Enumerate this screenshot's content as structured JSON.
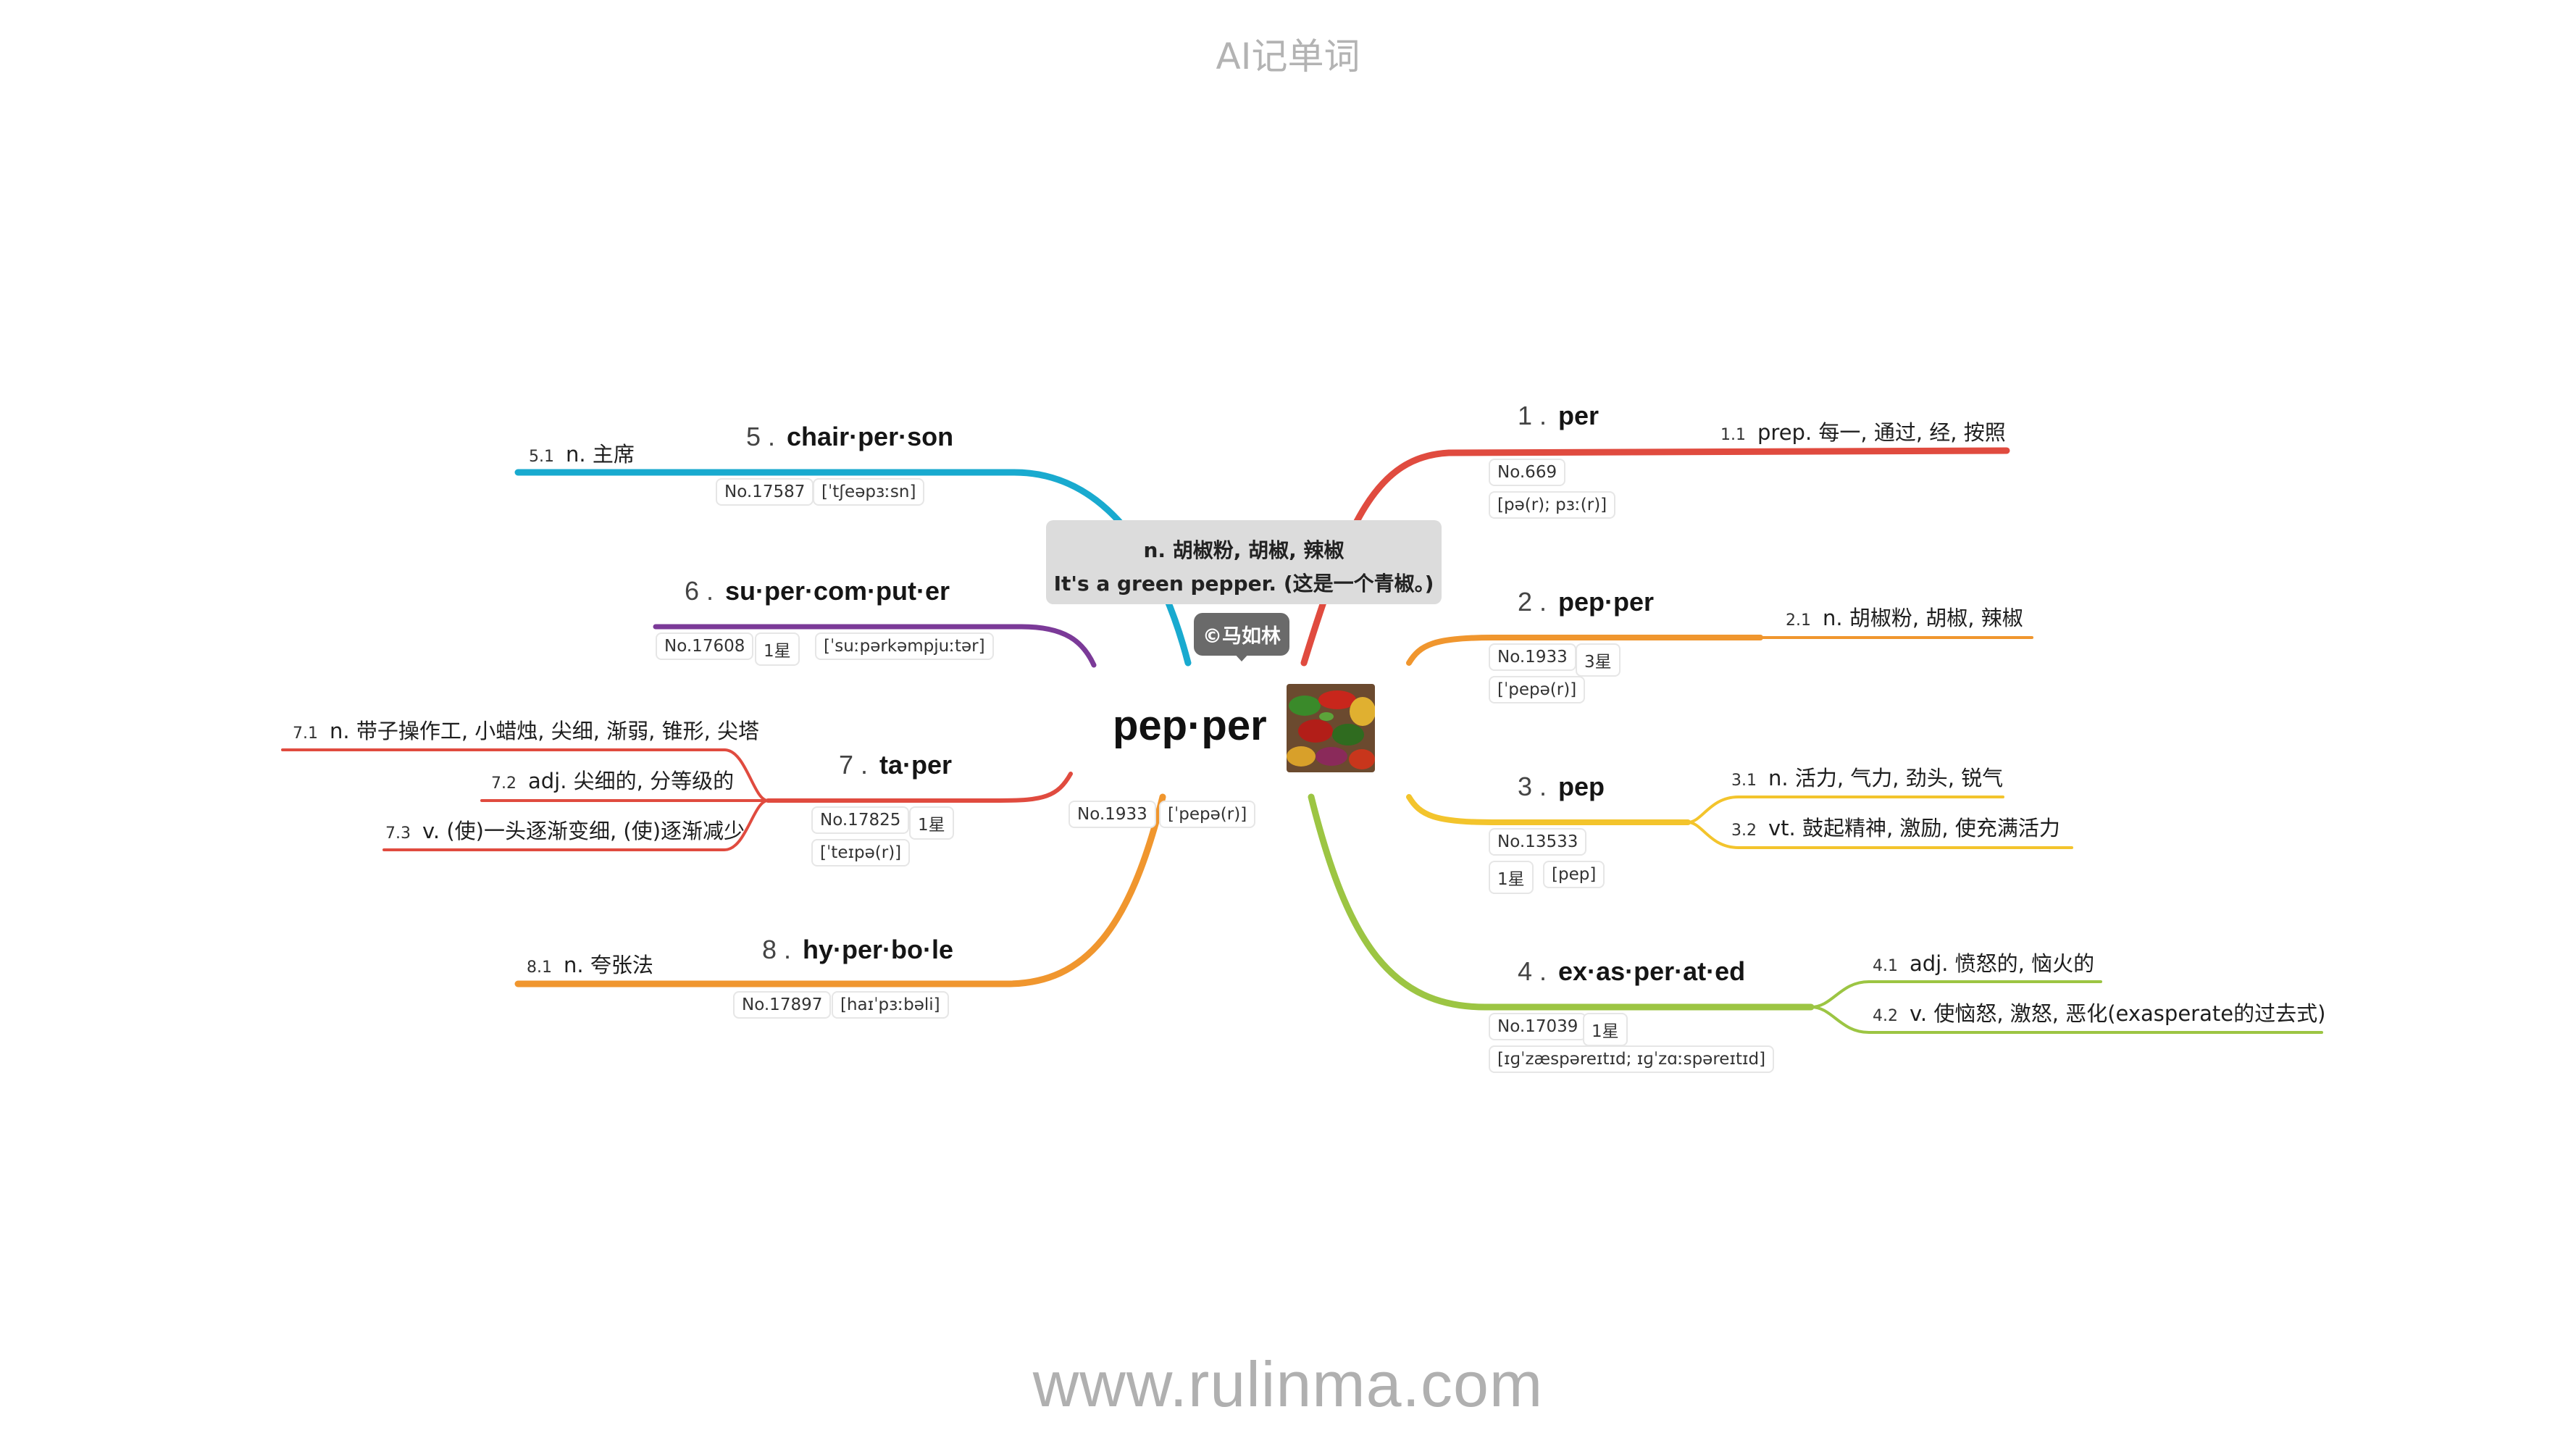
{
  "header": {
    "title": "AI记单词"
  },
  "footer": {
    "url": "www.rulinma.com"
  },
  "center": {
    "word": "pep·per",
    "no": "No.1933",
    "phonetic": "[ˈpepə(r)]",
    "image_alt": "peppers-photo"
  },
  "tooltip": {
    "definition": "n. 胡椒粉, 胡椒, 辣椒",
    "example": "It's a green pepper. (这是一个青椒。)",
    "copyright": "©马如林"
  },
  "colors": {
    "red": "#e04b3f",
    "orange": "#f0962e",
    "yellow": "#f3c42c",
    "green": "#9cc543",
    "cyan": "#19aacf",
    "purple": "#7b3a98"
  },
  "branches": {
    "b1": {
      "num": "1 .",
      "word": "per",
      "no": "No.669",
      "phonetic": "[pə(r); pɜː(r)]",
      "defs": [
        {
          "n": "1.1",
          "text": "prep. 每一, 通过, 经, 按照"
        }
      ]
    },
    "b2": {
      "num": "2 .",
      "word": "pep·per",
      "no": "No.1933",
      "star": "3星",
      "phonetic": "[ˈpepə(r)]",
      "defs": [
        {
          "n": "2.1",
          "text": "n. 胡椒粉, 胡椒, 辣椒"
        }
      ]
    },
    "b3": {
      "num": "3 .",
      "word": "pep",
      "no": "No.13533",
      "star": "1星",
      "phonetic": "[pep]",
      "defs": [
        {
          "n": "3.1",
          "text": "n. 活力, 气力, 劲头, 锐气"
        },
        {
          "n": "3.2",
          "text": "vt. 鼓起精神, 激励, 使充满活力"
        }
      ]
    },
    "b4": {
      "num": "4 .",
      "word": "ex·as·per·at·ed",
      "no": "No.17039",
      "star": "1星",
      "phonetic": "[ɪɡˈzæspəreɪtɪd; ɪɡˈzɑːspəreɪtɪd]",
      "defs": [
        {
          "n": "4.1",
          "text": "adj. 愤怒的, 恼火的"
        },
        {
          "n": "4.2",
          "text": "v. 使恼怒, 激怒, 恶化(exasperate的过去式)"
        }
      ]
    },
    "b5": {
      "num": "5 .",
      "word": "chair·per·son",
      "no": "No.17587",
      "phonetic": "[ˈtʃeəpɜːsn]",
      "defs": [
        {
          "n": "5.1",
          "text": "n. 主席"
        }
      ]
    },
    "b6": {
      "num": "6 .",
      "word": "su·per·com·put·er",
      "no": "No.17608",
      "star": "1星",
      "phonetic": "[ˈsuːpərkəmpjuːtər]",
      "defs": []
    },
    "b7": {
      "num": "7 .",
      "word": "ta·per",
      "no": "No.17825",
      "star": "1星",
      "phonetic": "[ˈteɪpə(r)]",
      "defs": [
        {
          "n": "7.1",
          "text": "n. 带子操作工, 小蜡烛, 尖细, 渐弱, 锥形, 尖塔"
        },
        {
          "n": "7.2",
          "text": "adj. 尖细的, 分等级的"
        },
        {
          "n": "7.3",
          "text": "v. (使)一头逐渐变细, (使)逐渐减少"
        }
      ]
    },
    "b8": {
      "num": "8 .",
      "word": "hy·per·bo·le",
      "no": "No.17897",
      "phonetic": "[haɪˈpɜːbəli]",
      "defs": [
        {
          "n": "8.1",
          "text": "n. 夸张法"
        }
      ]
    }
  }
}
